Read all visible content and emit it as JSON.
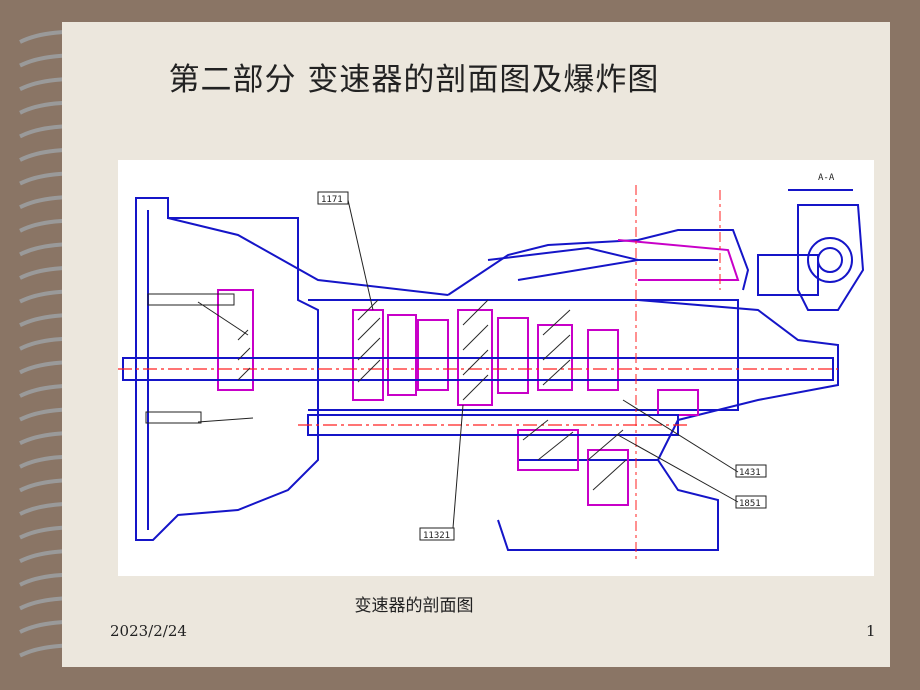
{
  "slide": {
    "title": "第二部分  变速器的剖面图及爆炸图",
    "caption": "变速器的剖面图",
    "date": "2023/2/24",
    "page_number": "1"
  },
  "drawing": {
    "part_labels": [
      "1171",
      "1431",
      "1851",
      "11321",
      "A-A"
    ],
    "colors": {
      "outline": "#1515c8",
      "section": "#c800c8",
      "centerline": "#ff2020",
      "hatch": "#2a2a2a"
    }
  },
  "binding": {
    "icon": "spiral-binding-icon"
  }
}
